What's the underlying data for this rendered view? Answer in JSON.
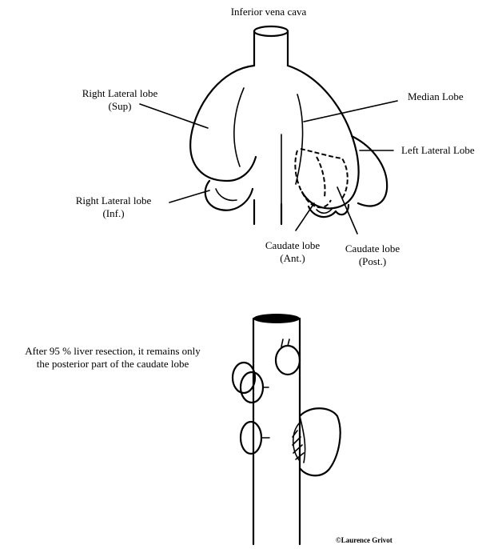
{
  "labels": {
    "ivc": "Inferior vena cava",
    "right_lateral_sup_1": "Right Lateral lobe",
    "right_lateral_sup_2": "(Sup)",
    "median": "Median Lobe",
    "left_lateral": "Left Lateral Lobe",
    "right_lateral_inf_1": "Right Lateral lobe",
    "right_lateral_inf_2": "(Inf.)",
    "caudate_ant_1": "Caudate lobe",
    "caudate_ant_2": "(Ant.)",
    "caudate_post_1": "Caudate lobe",
    "caudate_post_2": "(Post.)",
    "note_1": "After 95 % liver resection, it remains only",
    "note_2": "the posterior part of the caudate lobe",
    "credit": "©Laurence Grivot"
  }
}
